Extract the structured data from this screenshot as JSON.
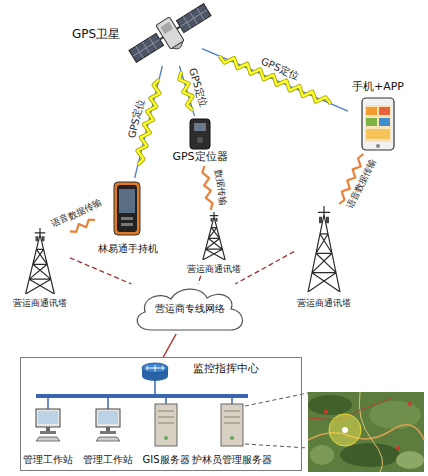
{
  "diagram": {
    "nodes": [
      {
        "text": [
          "GPS卫星"
        ]
      },
      {
        "text": [
          "手机+APP"
        ]
      },
      {
        "text": [
          "GPS定位器"
        ]
      },
      {
        "text": [
          "林易通手持机"
        ]
      },
      {
        "text": [
          "营运商通讯塔"
        ]
      },
      {
        "text": [
          "营运商通讯塔"
        ]
      },
      {
        "text": [
          "营运商通讯塔"
        ]
      },
      {
        "text": [
          "营运商专线网络"
        ]
      },
      {
        "text": [
          "监控指挥中心"
        ]
      },
      {
        "text": [
          "管理工作站"
        ],
        "in": 8
      },
      {
        "text": [
          "管理工作站"
        ],
        "in": 8
      },
      {
        "text": [
          "GIS服务器"
        ],
        "in": 8
      },
      {
        "text": [
          "护林员管理服务器"
        ],
        "in": 8
      }
    ],
    "edges": [
      {
        "from": 0,
        "to": 3,
        "label": "GPS定位",
        "arrow": "none"
      },
      {
        "from": 0,
        "to": 2,
        "label": "GPS定位",
        "arrow": "none"
      },
      {
        "from": 0,
        "to": 1,
        "label": "GPS定位",
        "arrow": "none"
      },
      {
        "from": 3,
        "to": 4,
        "label": "语音数据传输",
        "arrow": "none"
      },
      {
        "from": 2,
        "to": 5,
        "label": "数据传输",
        "arrow": "none"
      },
      {
        "from": 1,
        "to": 6,
        "label": "语音数据传输",
        "arrow": "none"
      },
      {
        "from": 4,
        "to": 7,
        "arrow": "none"
      },
      {
        "from": 5,
        "to": 7,
        "arrow": "none"
      },
      {
        "from": 6,
        "to": 7,
        "arrow": "none"
      },
      {
        "from": 7,
        "to": 8,
        "arrow": "none"
      }
    ]
  }
}
